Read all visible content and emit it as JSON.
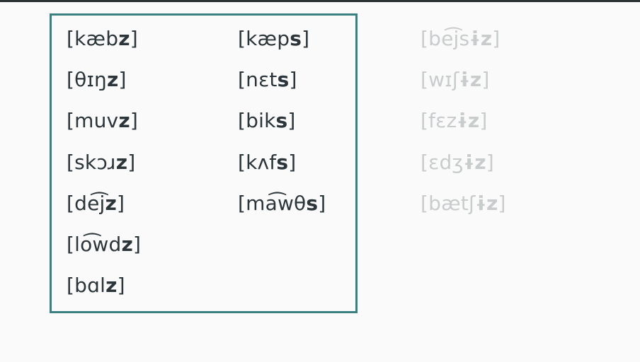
{
  "columns": [
    {
      "id": "voiced",
      "faded": false,
      "items": [
        {
          "stem": "[kæb",
          "suffix": "z",
          "close": "]"
        },
        {
          "stem": "[θɪŋ",
          "suffix": "z",
          "close": "]"
        },
        {
          "stem": "[muv",
          "suffix": "z",
          "close": "]"
        },
        {
          "stem": "[skɔɹ",
          "suffix": "z",
          "close": "]"
        },
        {
          "stem": "[de͡j",
          "suffix": "z",
          "close": "]"
        },
        {
          "stem": "[lo͡wd",
          "suffix": "z",
          "close": "]"
        },
        {
          "stem": "[bɑl",
          "suffix": "z",
          "close": "]"
        }
      ]
    },
    {
      "id": "voiceless",
      "faded": false,
      "items": [
        {
          "stem": "[kæp",
          "suffix": "s",
          "close": "]"
        },
        {
          "stem": "[nɛt",
          "suffix": "s",
          "close": "]"
        },
        {
          "stem": "[bik",
          "suffix": "s",
          "close": "]"
        },
        {
          "stem": "[kʌf",
          "suffix": "s",
          "close": "]"
        },
        {
          "stem": "[ma͡wθ",
          "suffix": "s",
          "close": "]"
        }
      ]
    },
    {
      "id": "sibilant",
      "faded": true,
      "items": [
        {
          "stem": "[be͡js",
          "suffix": "ɨz",
          "close": "]"
        },
        {
          "stem": "[wɪʃ",
          "suffix": "ɨz",
          "close": "]"
        },
        {
          "stem": "[fɛz",
          "suffix": "ɨz",
          "close": "]"
        },
        {
          "stem": "[ɛdʒ",
          "suffix": "ɨz",
          "close": "]"
        },
        {
          "stem": "[bætʃ",
          "suffix": "ɨz",
          "close": "]"
        }
      ]
    }
  ]
}
